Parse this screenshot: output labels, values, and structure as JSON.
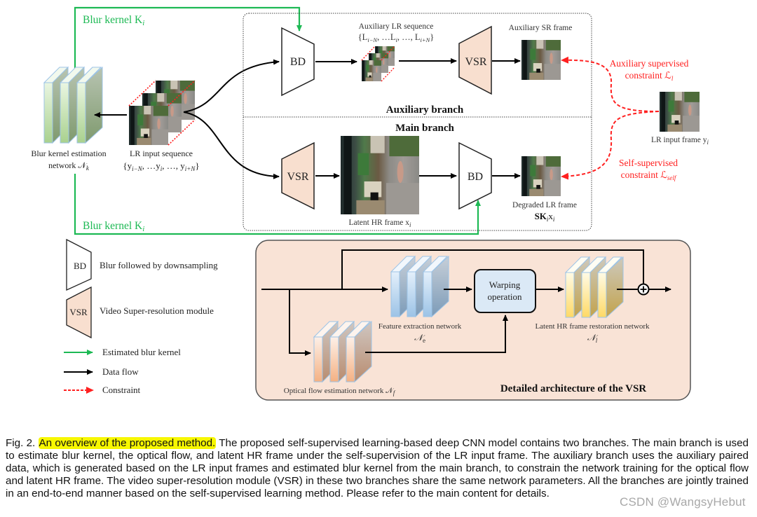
{
  "colors": {
    "blur_kernel_green": "#1db954",
    "constraint_red": "#ff2020",
    "vsr_fill": "#f8dfcf",
    "vsr_panel_fill": "#f9e3d6",
    "warping_fill": "#dbe9f6",
    "highlight_yellow": "#f7f700"
  },
  "top_diagram": {
    "blur_kernel_top_label": "Blur kernel K",
    "blur_kernel_bottom_label": "Blur kernel K",
    "blur_kernel_subscript": "i",
    "blur_estimation_network": {
      "line1": "Blur kernel estimation",
      "line2": "network 𝒩",
      "subscript": "k"
    },
    "lr_input_sequence": {
      "title": "LR input sequence",
      "set": "{y_{i−N}, …y_i, …, y_{i+N}}",
      "parts": [
        "{y",
        "i−N",
        ", …y",
        "i",
        ", …, y",
        "i+N",
        "}"
      ]
    },
    "auxiliary_branch": {
      "title": "Auxiliary branch",
      "bd_label": "BD",
      "vsr_label": "VSR",
      "aux_lr_sequence_title": "Auxiliary LR sequence",
      "aux_lr_sequence_parts": [
        "{L",
        "i−N",
        ", …L",
        "i",
        ", …, L",
        "i+N",
        "}"
      ],
      "aux_sr_frame_label": "Auxiliary SR frame"
    },
    "main_branch": {
      "title": "Main branch",
      "vsr_label": "VSR",
      "bd_label": "BD",
      "latent_hr_label": "Latent HR frame x",
      "latent_hr_subscript": "i",
      "degraded_lr_label": "Degraded LR frame",
      "degraded_lr_formula_bold": "SK",
      "degraded_lr_formula_sub": "i",
      "degraded_lr_formula_tail": "x",
      "degraded_lr_formula_tail_sub": "i"
    },
    "lr_input_frame": {
      "label": "LR input frame y",
      "subscript": "i"
    },
    "aux_constraint": {
      "line1": "Auxiliary supervised",
      "line2": "constraint ℒ",
      "subscript": "l"
    },
    "self_constraint": {
      "line1": "Self-supervised",
      "line2": "constraint ℒ",
      "subscript": "self"
    }
  },
  "legend": {
    "bd_symbol": "BD",
    "bd_desc": "Blur followed by downsampling",
    "vsr_symbol": "VSR",
    "vsr_desc": "Video Super-resolution module",
    "green_arrow": "Estimated blur kernel",
    "black_arrow": "Data flow",
    "red_arrow": "Constraint"
  },
  "vsr_detail": {
    "title": "Detailed architecture of the VSR",
    "feature_net_label": "Feature extraction network",
    "feature_net_symbol": "𝒩",
    "feature_net_sub": "e",
    "warping_line1": "Warping",
    "warping_line2": "operation",
    "restoration_label": "Latent HR frame restoration network",
    "restoration_symbol": "𝒩",
    "restoration_sub": "l",
    "optical_flow_label": "Optical flow estimation network 𝒩",
    "optical_flow_sub": "f",
    "sum_symbol": "+"
  },
  "caption": {
    "fig_label": "Fig. 2.",
    "highlight": "An overview of the proposed method.",
    "body": " The proposed self-supervised learning-based deep CNN model contains two branches. The main branch is used to estimate blur kernel, the optical flow, and latent HR frame under the self-supervision of the LR input frame. The auxiliary branch uses the auxiliary paired data, which is generated based on the LR input frames and estimated blur kernel from the main branch, to constrain the network training for the optical flow and latent HR frame. The video super-resolution module (VSR) in these two branches share the same network parameters. All the branches are jointly trained in an end-to-end manner based on the self-supervised learning method. Please refer to the main content for details."
  },
  "watermark": "CSDN @WangsyHebut"
}
